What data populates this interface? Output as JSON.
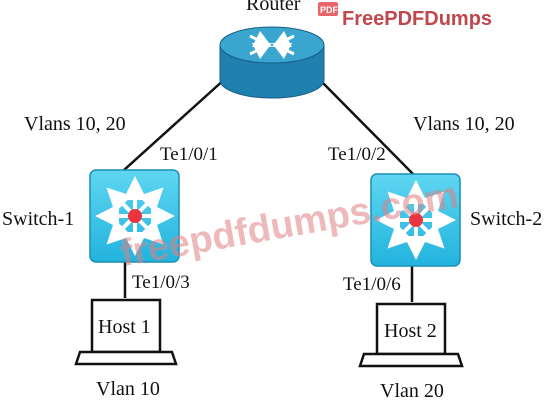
{
  "diagram": {
    "router": {
      "label": "Router"
    },
    "switch1": {
      "label": "Switch-1"
    },
    "switch2": {
      "label": "Switch-2"
    },
    "host1": {
      "label": "Host 1",
      "vlan": "Vlan 10"
    },
    "host2": {
      "label": "Host 2",
      "vlan": "Vlan 20"
    },
    "links": {
      "left_vlans": "Vlans 10, 20",
      "right_vlans": "Vlans 10, 20",
      "te101": "Te1/0/1",
      "te102": "Te1/0/2",
      "te103": "Te1/0/3",
      "te106": "Te1/0/6"
    }
  },
  "watermark": {
    "badge": "PDF",
    "brand": "FreePDFDumps",
    "overlay": "freepdfdumps.com"
  },
  "colors": {
    "router_top": "#3aa6d0",
    "router_side": "#1f7fae",
    "switch_fill": "#3ec8ea",
    "switch_center": "#e8353f",
    "watermark_text": "#e07f82"
  }
}
